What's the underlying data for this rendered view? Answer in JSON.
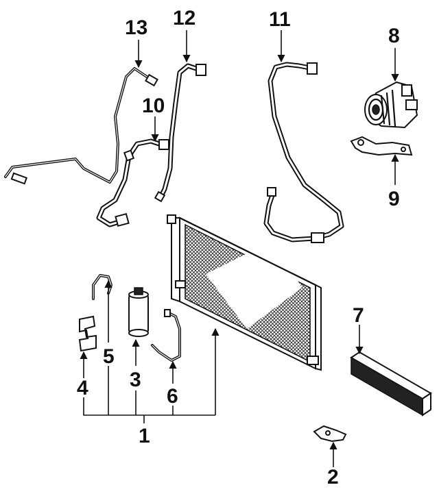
{
  "callouts": {
    "c1": "1",
    "c2": "2",
    "c3": "3",
    "c4": "4",
    "c5": "5",
    "c6": "6",
    "c7": "7",
    "c8": "8",
    "c9": "9",
    "c10": "10",
    "c11": "11",
    "c12": "12",
    "c13": "13"
  },
  "colors": {
    "ink": "#111111",
    "paper": "#ffffff"
  }
}
